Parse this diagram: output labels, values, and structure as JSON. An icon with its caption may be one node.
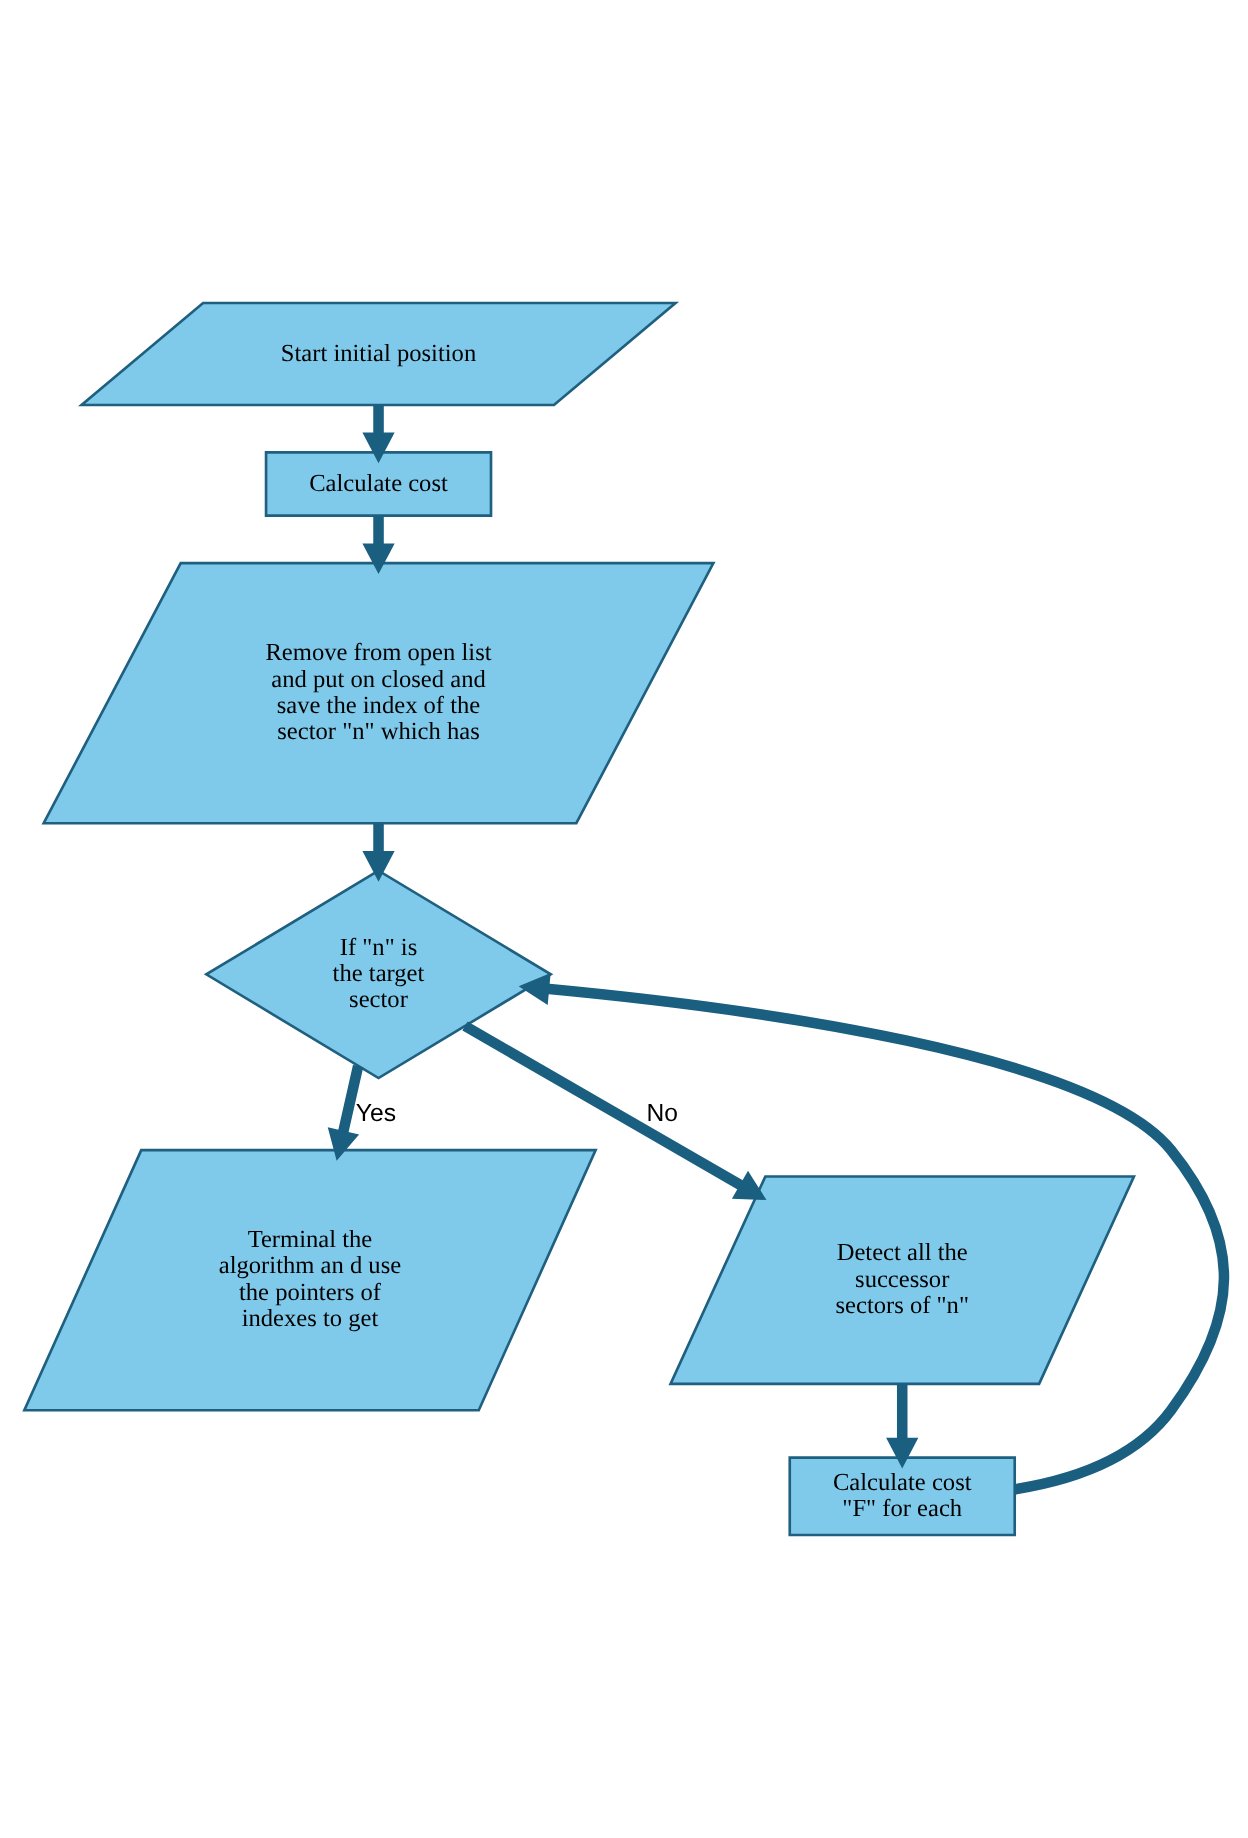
{
  "diagram": {
    "nodes": [
      {
        "text": [
          "Start initial position"
        ]
      },
      {
        "text": [
          "Calculate cost"
        ]
      },
      {
        "text": [
          "Remove from open list and put on closed and save the index of the sector \"n\" which has"
        ]
      },
      {
        "text": [
          "If \"n\" is the target sector"
        ]
      },
      {
        "text": [
          "Terminal the algorithm an d use the pointers of indexes to get"
        ]
      },
      {
        "text": [
          "Detect all the successor sectors of \"n\""
        ]
      },
      {
        "text": [
          "Calculate cost \"F\" for each"
        ]
      }
    ],
    "edges": [
      {
        "from": 0,
        "to": 1,
        "arrow": "to"
      },
      {
        "from": 1,
        "to": 2,
        "arrow": "to"
      },
      {
        "from": 2,
        "to": 3,
        "arrow": "to"
      },
      {
        "from": 3,
        "to": 4,
        "arrow": "to",
        "label": "Yes"
      },
      {
        "from": 3,
        "to": 5,
        "arrow": "to",
        "label": "No"
      },
      {
        "from": 5,
        "to": 6,
        "arrow": "to"
      },
      {
        "from": 6,
        "to": 3,
        "arrow": "to"
      }
    ]
  }
}
